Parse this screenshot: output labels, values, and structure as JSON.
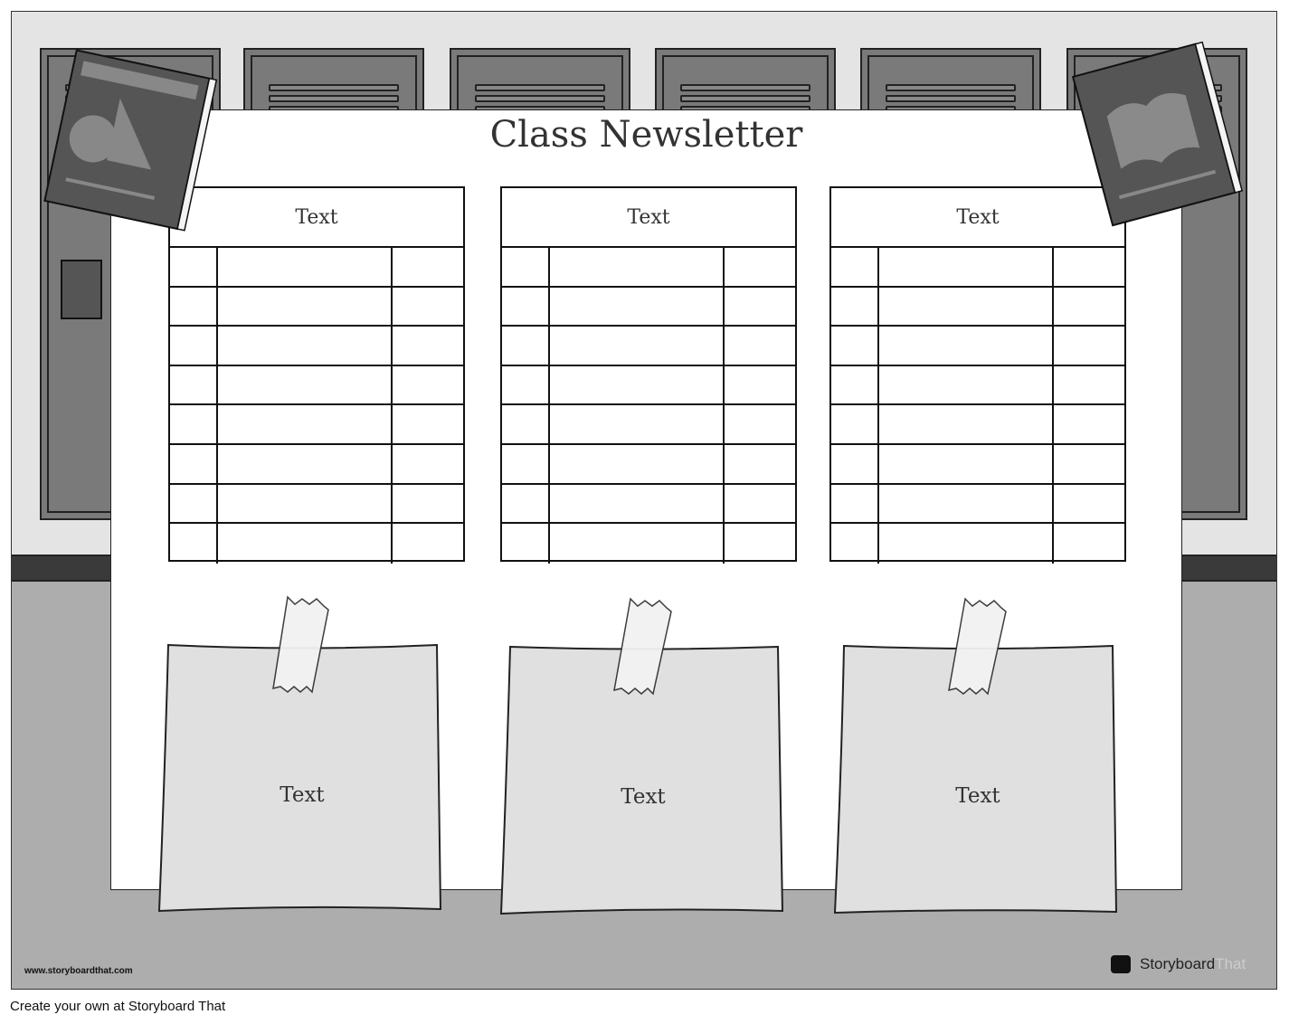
{
  "title": "Class Newsletter",
  "tables": [
    {
      "header": "Text",
      "rows": 8
    },
    {
      "header": "Text",
      "rows": 8
    },
    {
      "header": "Text",
      "rows": 8
    }
  ],
  "notes": [
    {
      "text": "Text"
    },
    {
      "text": "Text"
    },
    {
      "text": "Text"
    }
  ],
  "watermark": {
    "url": "www.storyboardthat.com",
    "brand": "Storyboard",
    "brand_suffix": "That"
  },
  "footer": "Create your own at Storyboard That",
  "colors": {
    "wall": "#e4e4e4",
    "locker": "#7a7a7a",
    "floor": "#adadad",
    "note": "#e0e0e0",
    "book": "#555555"
  }
}
